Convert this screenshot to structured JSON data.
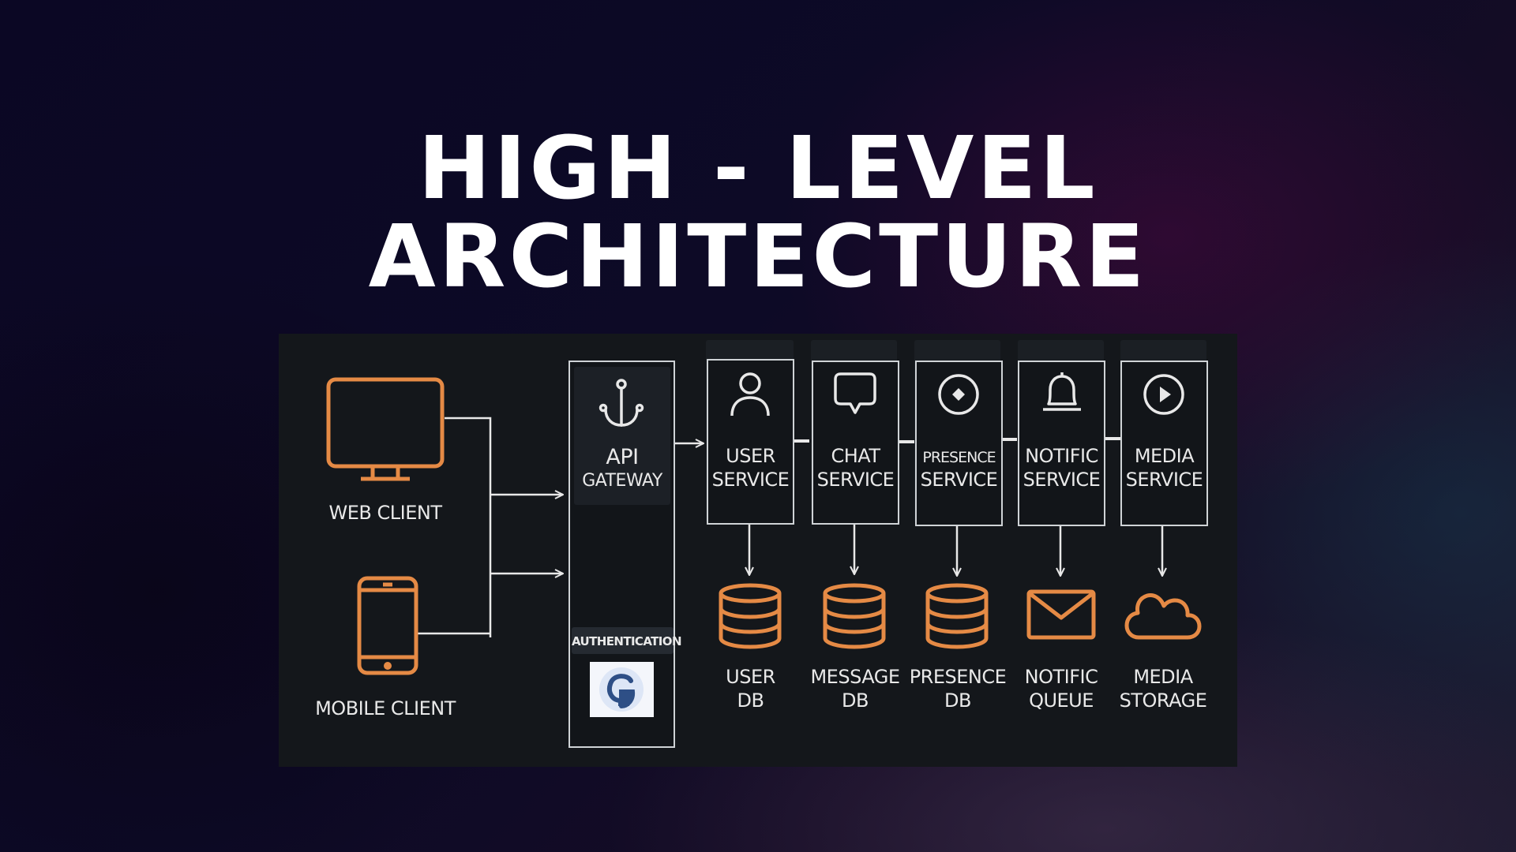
{
  "title": {
    "line1": "HIGH - LEVEL",
    "line2": "ARCHITECTURE"
  },
  "diagram": {
    "clients": {
      "web": {
        "label": "WEB CLIENT",
        "icon": "monitor-icon"
      },
      "mobile": {
        "label": "MOBILE CLIENT",
        "icon": "smartphone-icon"
      }
    },
    "gateway": {
      "line1": "API",
      "line2": "GATEWAY",
      "icon": "anchor-icon",
      "auth_label": "AUTHENTICATION",
      "auth_icon": "auth-logo-icon"
    },
    "services": [
      {
        "line1": "USER",
        "line2": "SERVICE",
        "icon": "user-icon"
      },
      {
        "line1": "CHAT",
        "line2": "SERVICE",
        "icon": "chat-bubble-icon"
      },
      {
        "line1": "PRESENCE",
        "line2": "SERVICE",
        "icon": "presence-circle-icon"
      },
      {
        "line1": "NOTIFIC",
        "line2": "SERVICE",
        "icon": "bell-icon"
      },
      {
        "line1": "MEDIA",
        "line2": "SERVICE",
        "icon": "play-circle-icon"
      }
    ],
    "stores": [
      {
        "line1": "USER",
        "line2": "DB",
        "icon": "database-icon"
      },
      {
        "line1": "MESSAGE",
        "line2": "DB",
        "icon": "database-icon"
      },
      {
        "line1": "PRESENCE",
        "line2": "DB",
        "icon": "database-icon"
      },
      {
        "line1": "NOTIFIC",
        "line2": "QUEUE",
        "icon": "envelope-icon"
      },
      {
        "line1": "MEDIA",
        "line2": "STORAGE",
        "icon": "cloud-icon"
      }
    ],
    "colors": {
      "accent": "#e58a45",
      "line": "#e8e8e8",
      "panel": "#14171b"
    }
  }
}
